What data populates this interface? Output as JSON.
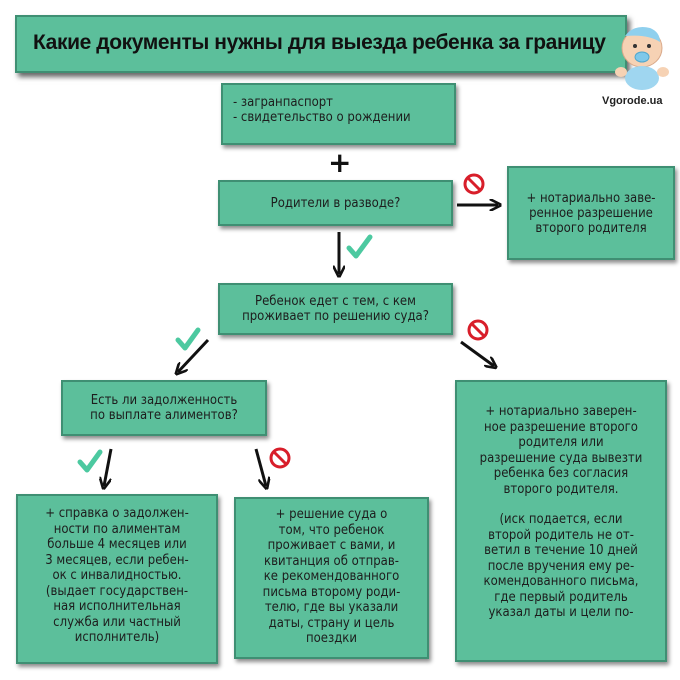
{
  "title": "Какие документы нужны для выезда ребенка за границу",
  "site": "Vgorode.ua",
  "plus": "+",
  "box_docs": [
    "- загранпаспорт",
    "- свидетельство о рождении"
  ],
  "q_divorce": "Родители в разводе?",
  "ans_notarial": [
    "+ нотариально заве-",
    "ренное разрешение",
    "второго родителя"
  ],
  "q_child": [
    "Ребенок едет с тем, с кем",
    "проживает по решению суда?"
  ],
  "q_alimony": [
    "Есть ли задолженность",
    "по выплате алиментов?"
  ],
  "ans_right": [
    "+ нотариально заверен-",
    "ное разрешение второго",
    "родителя или",
    "разрешение суда вывезти",
    "ребенка без согласия",
    "второго родителя.",
    "",
    "(иск подается, если",
    "второй родитель не от-",
    "ветил в течение 10 дней",
    "после вручения ему ре-",
    "комендованного письма,",
    "где первый родитель",
    "указал даты и цели по-"
  ],
  "ans_debt": [
    "+ справка о задолжен-",
    "ности по алиментам",
    "больше 4 месяцев или",
    "3 месяцев, если ребен-",
    "ок с инвалидностью.",
    "(выдает государствен-",
    "ная исполнительная",
    "служба или частный",
    "исполнитель)"
  ],
  "ans_court": [
    "+ решение суда о",
    "том, что ребенок",
    "проживает с вами, и",
    "квитанция об отправ-",
    "ке рекомендованного",
    "письма второму роди-",
    "телю, где вы указали",
    "даты, страну и цель",
    "поездки"
  ],
  "colors": {
    "box_fill": "#5cbf9b",
    "box_border": "#3f8f73",
    "check": "#4cc9a0",
    "no_sign": "#d81e2a",
    "arrow": "#111111"
  },
  "icons": [
    "baby-icon",
    "check-icon",
    "no-entry-icon",
    "arrow-icon"
  ]
}
